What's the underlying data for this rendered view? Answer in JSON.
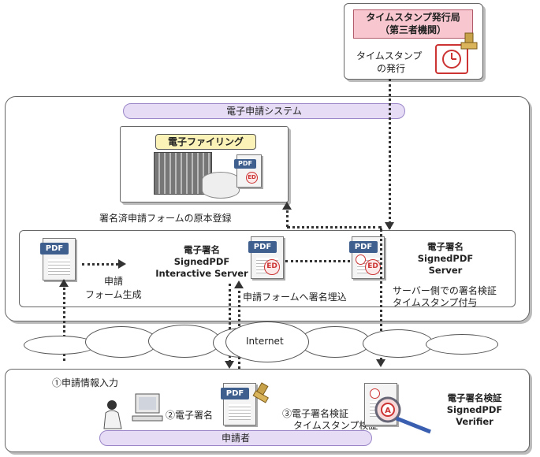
{
  "tsa": {
    "title_line1": "タイムスタンプ発行局",
    "title_line2": "（第三者機関）",
    "issue_line1": "タイムスタンプ",
    "issue_line2": "の発行"
  },
  "system": {
    "banner": "電子申請システム",
    "filing_label": "電子ファイリング",
    "registration": "署名済申請フォームの原本登録"
  },
  "servers": {
    "interactive_line1": "電子署名",
    "interactive_line2": "SignedPDF",
    "interactive_line3": "Interactive Server",
    "server_line1": "電子署名",
    "server_line2": "SignedPDF",
    "server_line3": "Server",
    "form_gen_line1": "申請",
    "form_gen_line2": "フォーム生成",
    "embed": "申請フォームへ署名埋込",
    "verify_line1": "サーバー側での署名検証",
    "verify_line2": "タイムスタンプ付与"
  },
  "network": {
    "internet": "Internet"
  },
  "applicant": {
    "input": "①申請情報入力",
    "sign": "②電子署名",
    "verify_line1": "③電子署名検証",
    "verify_line2": "タイムスタンプ検証",
    "banner": "申請者",
    "verifier_line1": "電子署名検証",
    "verifier_line2": "SignedPDF",
    "verifier_line3": "Verifier"
  },
  "icons": {
    "pdf_tag": "PDF",
    "seal_mark": "ED",
    "verify_mark": "A"
  },
  "colors": {
    "tsa_fill": "#f7c6cf",
    "banner_fill": "#e6dcf5",
    "filing_fill": "#fbf2b8"
  }
}
